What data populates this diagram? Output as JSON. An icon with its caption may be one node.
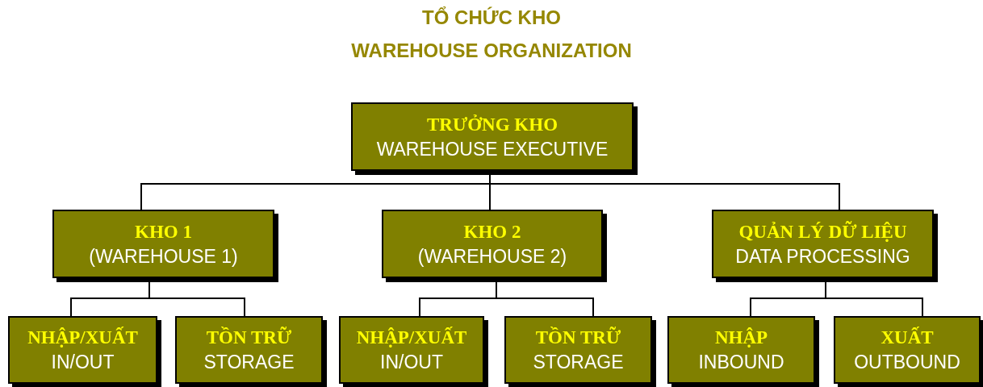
{
  "diagram": {
    "title": "TỔ CHỨC KHO",
    "labels": [
      "WAREHOUSE ORGANIZATION"
    ],
    "nodes": [
      {
        "text": [
          "TRƯỞNG KHO",
          "WAREHOUSE EXECUTIVE"
        ]
      },
      {
        "text": [
          "KHO 1",
          "(WAREHOUSE 1)"
        ]
      },
      {
        "text": [
          "KHO 2",
          "(WAREHOUSE 2)"
        ]
      },
      {
        "text": [
          "QUẢN LÝ DỮ LIỆU",
          "DATA PROCESSING"
        ]
      },
      {
        "text": [
          "NHẬP/XUẤT",
          "IN/OUT"
        ]
      },
      {
        "text": [
          "TỒN TRỮ",
          "STORAGE"
        ]
      },
      {
        "text": [
          "NHẬP/XUẤT",
          "IN/OUT"
        ]
      },
      {
        "text": [
          "TỒN TRỮ",
          "STORAGE"
        ]
      },
      {
        "text": [
          "NHẬP",
          "INBOUND"
        ]
      },
      {
        "text": [
          "XUẤT",
          "OUTBOUND"
        ]
      }
    ],
    "edges": [
      {
        "from": 0,
        "to": 1,
        "arrow": "none"
      },
      {
        "from": 0,
        "to": 2,
        "arrow": "none"
      },
      {
        "from": 0,
        "to": 3,
        "arrow": "none"
      },
      {
        "from": 1,
        "to": 4,
        "arrow": "none"
      },
      {
        "from": 1,
        "to": 5,
        "arrow": "none"
      },
      {
        "from": 2,
        "to": 6,
        "arrow": "none"
      },
      {
        "from": 2,
        "to": 7,
        "arrow": "none"
      },
      {
        "from": 3,
        "to": 8,
        "arrow": "none"
      },
      {
        "from": 3,
        "to": 9,
        "arrow": "none"
      }
    ]
  }
}
